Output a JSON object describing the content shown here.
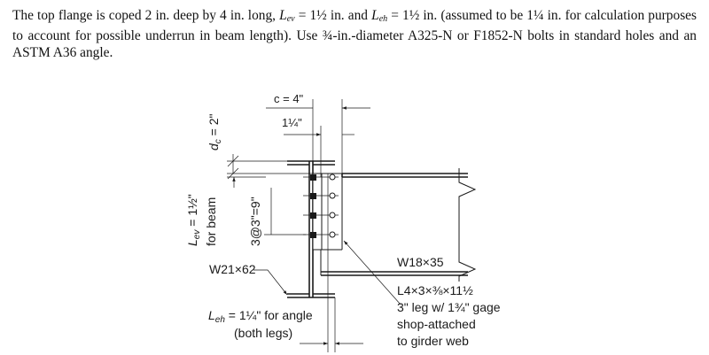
{
  "text": {
    "s1": "The top flange is coped 2 in. deep by 4 in. long, ",
    "lev_main": "L",
    "lev_sub": "ev",
    "s2": " = 1½ in. and ",
    "leh_main": "L",
    "leh_sub": "eh",
    "s3": " = 1½ in. (assumed to be 1¼ in. for calculation purposes to account for possible underrun in beam length). Use ¾-in.-diameter A325-N or F1852-N bolts in standard holes and an ASTM A36 angle."
  },
  "figure": {
    "cope_length": "c = 4\"",
    "setback": "1¼\"",
    "cope_depth_main": "d",
    "cope_depth_sub": "c",
    "cope_depth_val": " = 2\"",
    "lev_label_main": "L",
    "lev_label_sub": "ev",
    "lev_label_val": " = 1½\"",
    "lev_label_line2": "for beam",
    "bolt_spacing": "3@3\"=9\"",
    "girder_label": "W21×62",
    "beam_label": "W18×35",
    "leh_label_main": "L",
    "leh_label_sub": "eh",
    "leh_label_val": " = 1¼\" for angle",
    "leh_label_line2": "(both legs)",
    "angle_note": [
      "L4×3×⅜×11½",
      "3\" leg w/ 1¾\" gage",
      "shop-attached",
      "to girder web"
    ]
  }
}
